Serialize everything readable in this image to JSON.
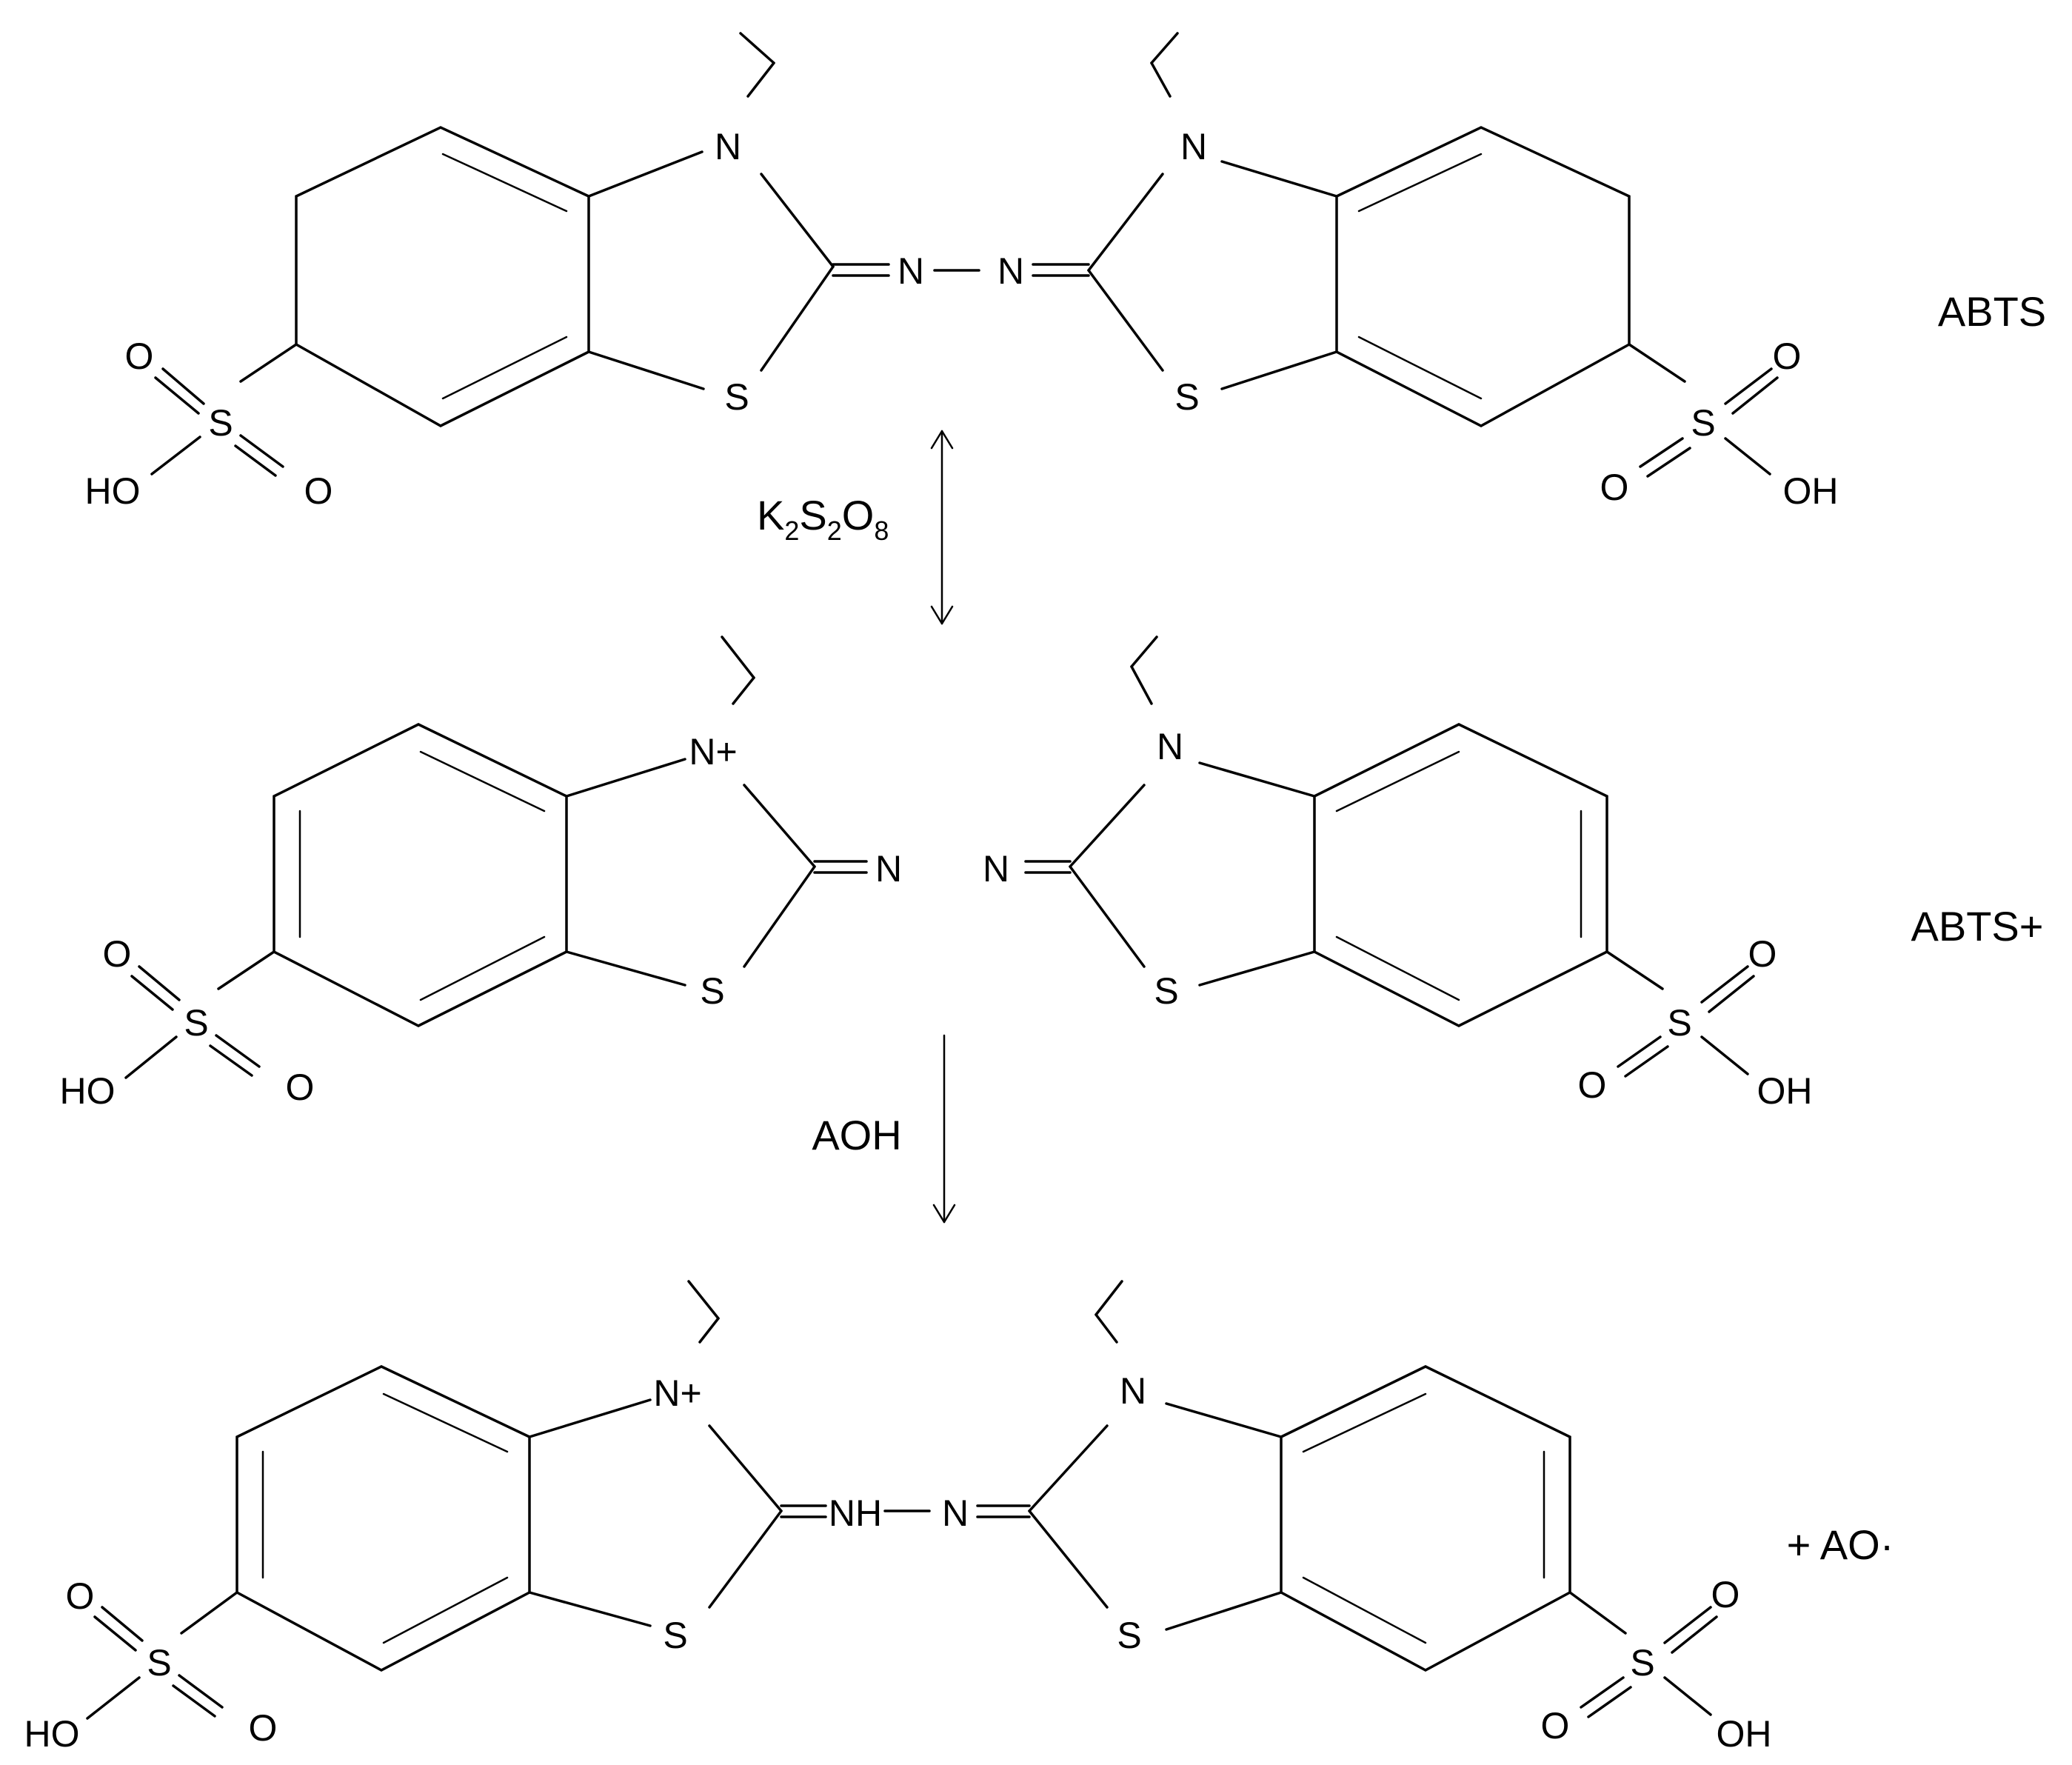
{
  "scheme": {
    "structures": [
      {
        "name": "abts",
        "label": "ABTS",
        "atoms": {
          "n_left": "N",
          "n_right": "N",
          "s_left": "S",
          "s_right": "S",
          "azo_left": "N",
          "azo_right": "N",
          "sl_s": "S",
          "sl_o1": "O",
          "sl_o2": "O",
          "sl_oh": "HO",
          "sr_s": "S",
          "sr_o1": "O",
          "sr_o2": "O",
          "sr_oh": "OH"
        }
      },
      {
        "name": "abts-radical-cation",
        "label": "ABTS+",
        "atoms": {
          "n_left": "N+",
          "n_right": "N",
          "s_left": "S",
          "s_right": "S",
          "azo_left": "N",
          "azo_right": "N",
          "sl_s": "S",
          "sl_o1": "O",
          "sl_o2": "O",
          "sl_oh": "HO",
          "sr_s": "S",
          "sr_o1": "O",
          "sr_o2": "O",
          "sr_oh": "OH"
        }
      },
      {
        "name": "reduced-product",
        "label": "+ AO·",
        "atoms": {
          "n_left": "N+",
          "n_right": "N",
          "s_left": "S",
          "s_right": "S",
          "azo_left": "NH",
          "azo_right": "N",
          "sl_s": "S",
          "sl_o1": "O",
          "sl_o2": "O",
          "sl_oh": "HO",
          "sr_s": "S",
          "sr_o1": "O",
          "sr_o2": "O",
          "sr_oh": "OH"
        }
      }
    ],
    "arrows": [
      {
        "name": "oxidation",
        "direction": "both",
        "reagent": {
          "main1": "K",
          "sub1": "2",
          "main2": "S",
          "sub2": "2",
          "main3": "O",
          "sub3": "8"
        }
      },
      {
        "name": "antioxidant",
        "direction": "down",
        "reagent": {
          "text": "AOH"
        }
      }
    ]
  }
}
